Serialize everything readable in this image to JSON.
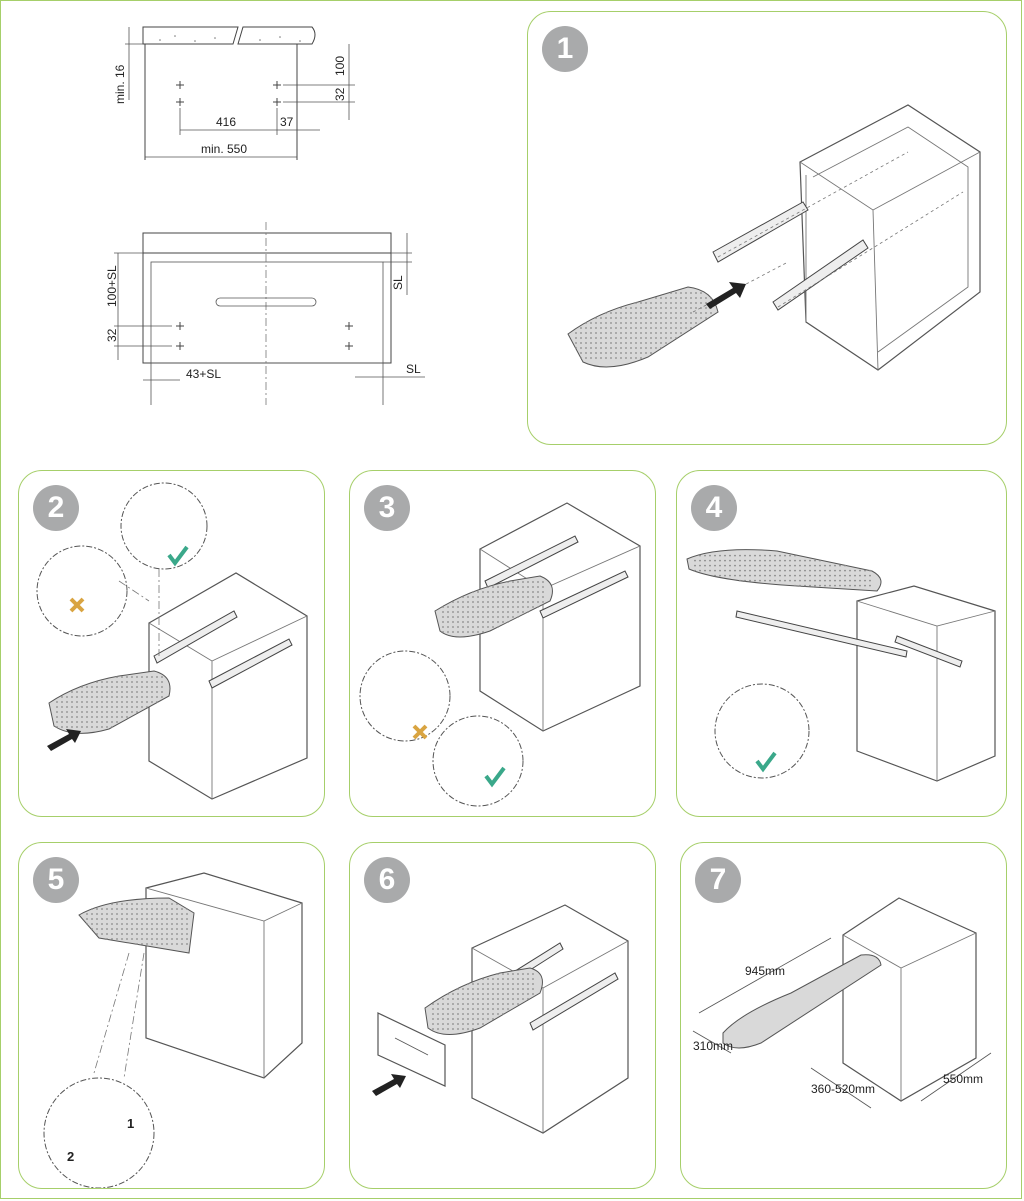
{
  "colors": {
    "panel_border": "#a6cf6a",
    "badge": "#a9aaab",
    "check": "#3aa88a",
    "cross": "#d9a441"
  },
  "top_drawing": {
    "min16": "min. 16",
    "d100": "100",
    "d32": "32",
    "d416": "416",
    "d37": "37",
    "min550": "min. 550"
  },
  "front_drawing": {
    "d100sl": "100+SL",
    "d32": "32",
    "d43sl": "43+SL",
    "sl_top": "SL",
    "sl_right": "SL"
  },
  "steps": {
    "s1": "1",
    "s2": "2",
    "s3": "3",
    "s4": "4",
    "s5": "5",
    "s6": "6",
    "s7": "7"
  },
  "step5_labels": {
    "one": "1",
    "two": "2"
  },
  "step7_dims": {
    "length": "945mm",
    "width": "310mm",
    "height": "360-520mm",
    "depth": "550mm"
  },
  "icons": [
    "check-icon",
    "cross-icon",
    "arrow-icon"
  ]
}
